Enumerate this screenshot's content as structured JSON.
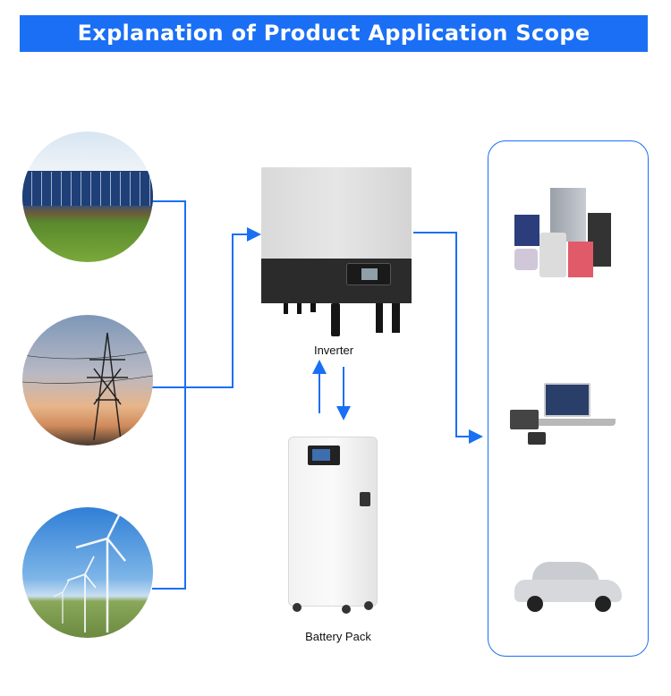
{
  "header": {
    "title": "Explanation of Product Application Scope"
  },
  "labels": {
    "inverter": "Inverter",
    "battery": "Battery Pack"
  },
  "colors": {
    "accent": "#1a6ff5"
  },
  "sources": [
    "solar-panels",
    "power-grid",
    "wind-turbines"
  ],
  "loads": [
    "home-appliances",
    "electronics",
    "electric-vehicle"
  ]
}
